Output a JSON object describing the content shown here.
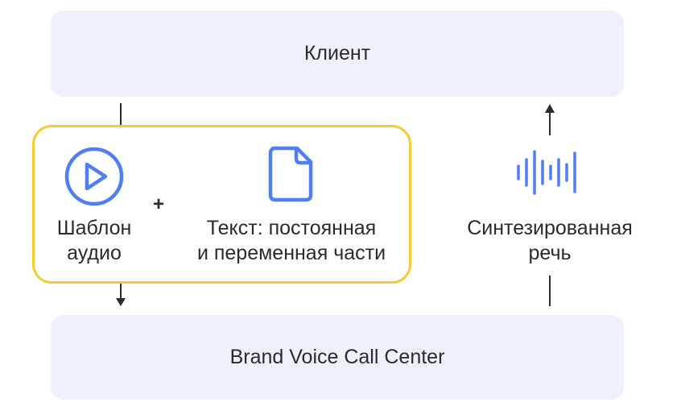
{
  "client": {
    "label": "Клиент"
  },
  "call_center": {
    "label": "Brand Voice Call Center"
  },
  "input_group": {
    "audio_template": {
      "icon": "play-circle-icon",
      "line1": "Шаблон",
      "line2": "аудио"
    },
    "plus": "+",
    "text_part": {
      "icon": "document-icon",
      "line1": "Текст: постоянная",
      "line2": "и переменная части"
    }
  },
  "output": {
    "icon": "sound-wave-icon",
    "line1": "Синтезированная",
    "line2": "речь"
  },
  "colors": {
    "accent_blue": "#4f7ff0",
    "highlight_yellow": "#f3cc2f",
    "box_fill": "#eef1fb"
  }
}
